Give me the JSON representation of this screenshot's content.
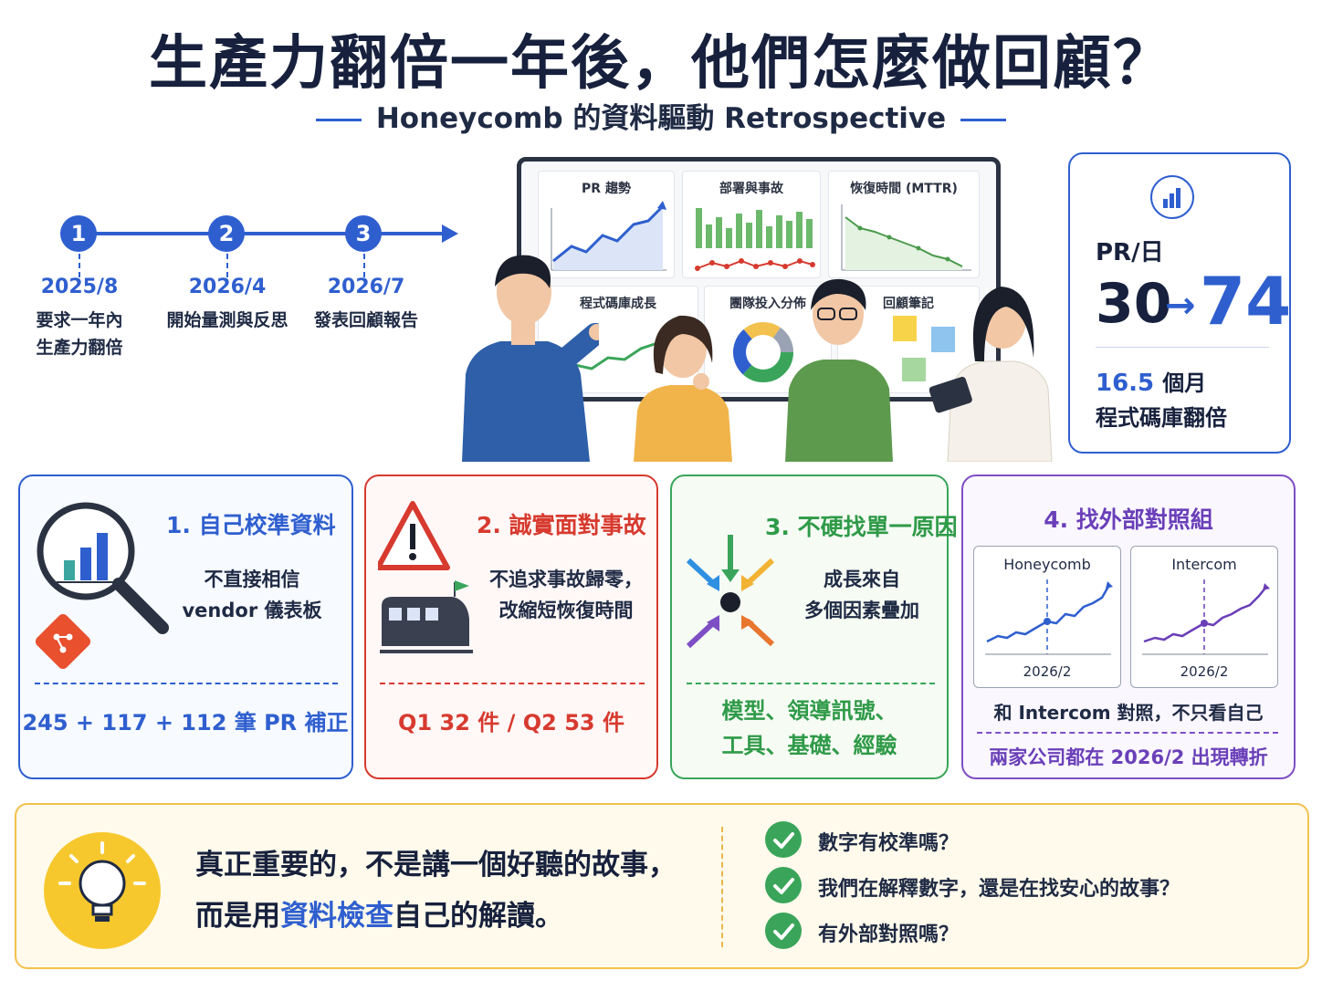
{
  "header": {
    "title": "生產力翻倍一年後，他們怎麼做回顧？",
    "subtitle": "Honeycomb 的資料驅動 Retrospective"
  },
  "timeline": [
    {
      "num": "1",
      "date": "2025/8",
      "desc1": "要求一年內",
      "desc2": "生產力翻倍"
    },
    {
      "num": "2",
      "date": "2026/4",
      "desc1": "開始量測與反思",
      "desc2": ""
    },
    {
      "num": "3",
      "date": "2026/7",
      "desc1": "發表回顧報告",
      "desc2": ""
    }
  ],
  "board": {
    "panels": [
      "PR 趨勢",
      "部署與事故",
      "恢復時間 (MTTR)",
      "程式碼庫成長",
      "團隊投入分佈",
      "回顧筆記"
    ]
  },
  "stats": {
    "icon": "bar-chart-icon",
    "label": "PR/日",
    "from": "30",
    "arrow": "→",
    "to": "74",
    "months": "16.5",
    "months_unit": "個月",
    "desc": "程式碼庫翻倍"
  },
  "cards": [
    {
      "title": "1. 自己校準資料",
      "line1": "不直接相信",
      "line2": "vendor 儀表板",
      "foot": "245 + 117 + 112 筆 PR 補正",
      "color": "#2f5fcf",
      "icon": "magnifier-chart-icon"
    },
    {
      "title": "2. 誠實面對事故",
      "line1": "不追求事故歸零，",
      "line2": "改縮短恢復時間",
      "foot": "Q1 32 件 / Q2 53 件",
      "color": "#d73a2f",
      "icon": "warning-train-icon"
    },
    {
      "title": "3. 不硬找單一原因",
      "line1": "成長來自",
      "line2": "多個因素疊加",
      "foot1": "模型、領導訊號、",
      "foot2": "工具、基礎、經驗",
      "color": "#2f9a48",
      "icon": "converging-arrows-icon"
    },
    {
      "title": "4. 找外部對照組",
      "chart1": "Honeycomb",
      "chart2": "Intercom",
      "date1": "2026/2",
      "date2": "2026/2",
      "line1": "和 Intercom 對照，不只看自己",
      "foot": "兩家公司都在 2026/2 出現轉折",
      "color": "#6a3fb8"
    }
  ],
  "bottom": {
    "quote1": "真正重要的，不是講一個好聽的故事，",
    "quote2_pre": "而是用",
    "quote2_hl": "資料檢查",
    "quote2_post": "自己的解讀。",
    "checks": [
      "數字有校準嗎？",
      "我們在解釋數字，還是在找安心的故事？",
      "有外部對照嗎？"
    ]
  }
}
